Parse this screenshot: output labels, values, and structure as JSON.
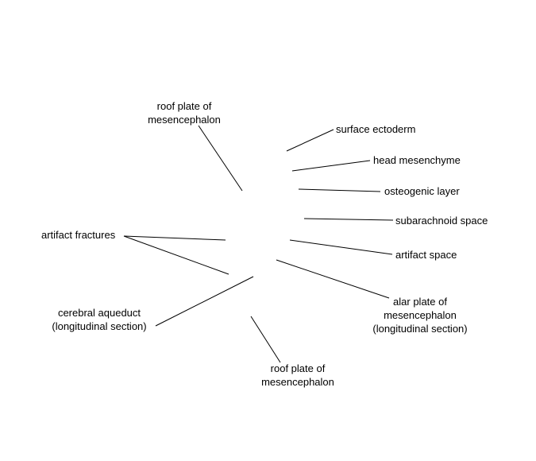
{
  "colors": {
    "line": "#000000",
    "text": "#000000",
    "background": "#ffffff"
  },
  "labels": {
    "roof_plate_top": "roof plate of\nmesencephalon",
    "surface_ectoderm": "surface ectoderm",
    "head_mesenchyme": "head mesenchyme",
    "osteogenic_layer": "osteogenic layer",
    "subarachnoid_space": "subarachnoid space",
    "artifact_space": "artifact space",
    "alar_plate": "alar plate of\nmesencephalon\n(longitudinal section)",
    "artifact_fractures": "artifact fractures",
    "cerebral_aqueduct": "cerebral aqueduct\n(longitudinal section)",
    "roof_plate_bottom": "roof plate of\nmesencephalon"
  }
}
